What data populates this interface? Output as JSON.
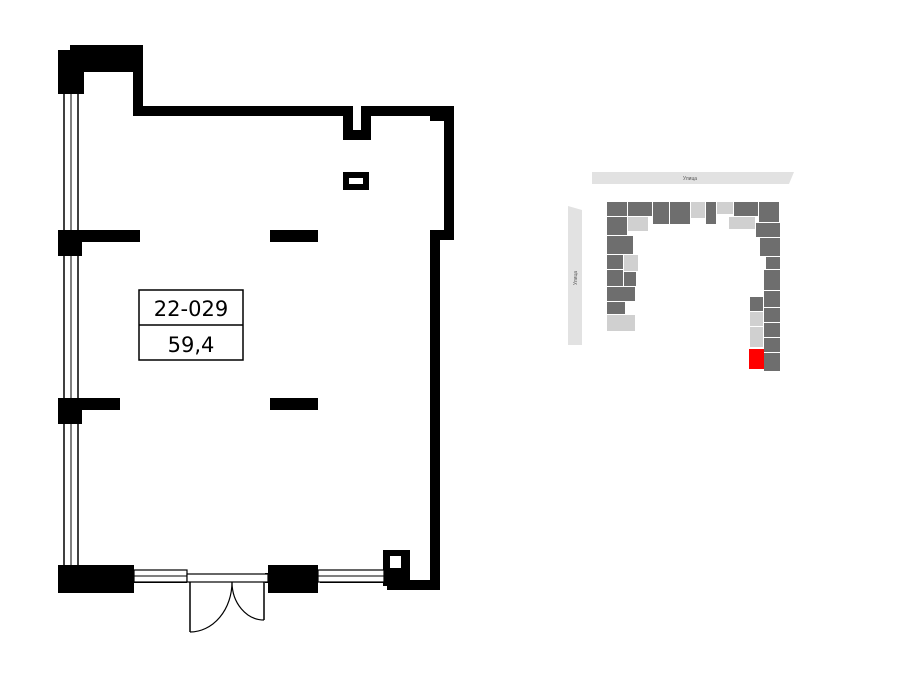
{
  "unit": {
    "number": "22-029",
    "area": "59,4"
  },
  "site_plan": {
    "street_top": "Улица",
    "street_left": "Улица",
    "highlight_color": "#ff0000",
    "building_color": "#6e6e6e",
    "light_block_color": "#d0d0d0",
    "road_color": "#e2e2e2"
  }
}
